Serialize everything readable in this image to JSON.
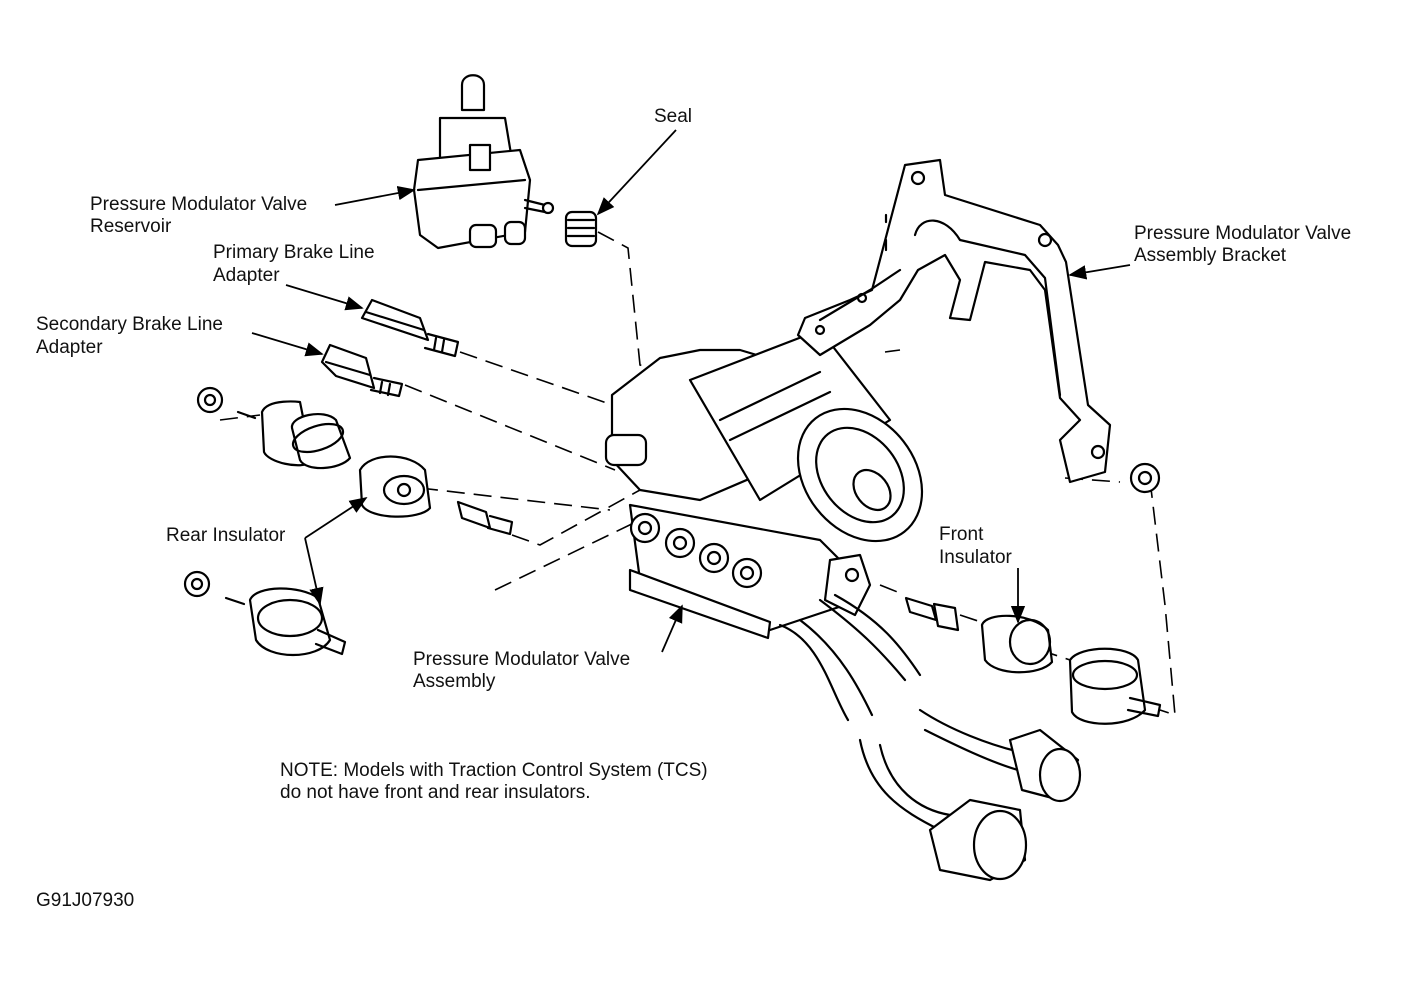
{
  "labels": {
    "seal": "Seal",
    "reservoir_l1": "Pressure Modulator Valve",
    "reservoir_l2": "Reservoir",
    "primary_l1": "Primary Brake Line",
    "primary_l2": "Adapter",
    "secondary_l1": "Secondary Brake Line",
    "secondary_l2": "Adapter",
    "bracket_l1": "Pressure Modulator Valve",
    "bracket_l2": "Assembly Bracket",
    "rear_insulator": "Rear Insulator",
    "front_l1": "Front",
    "front_l2": "Insulator",
    "assembly_l1": "Pressure Modulator Valve",
    "assembly_l2": "Assembly",
    "note_l1": "NOTE:  Models with Traction Control System (TCS)",
    "note_l2": "do not have front and rear insulators.",
    "figure_id": "G91J07930"
  }
}
